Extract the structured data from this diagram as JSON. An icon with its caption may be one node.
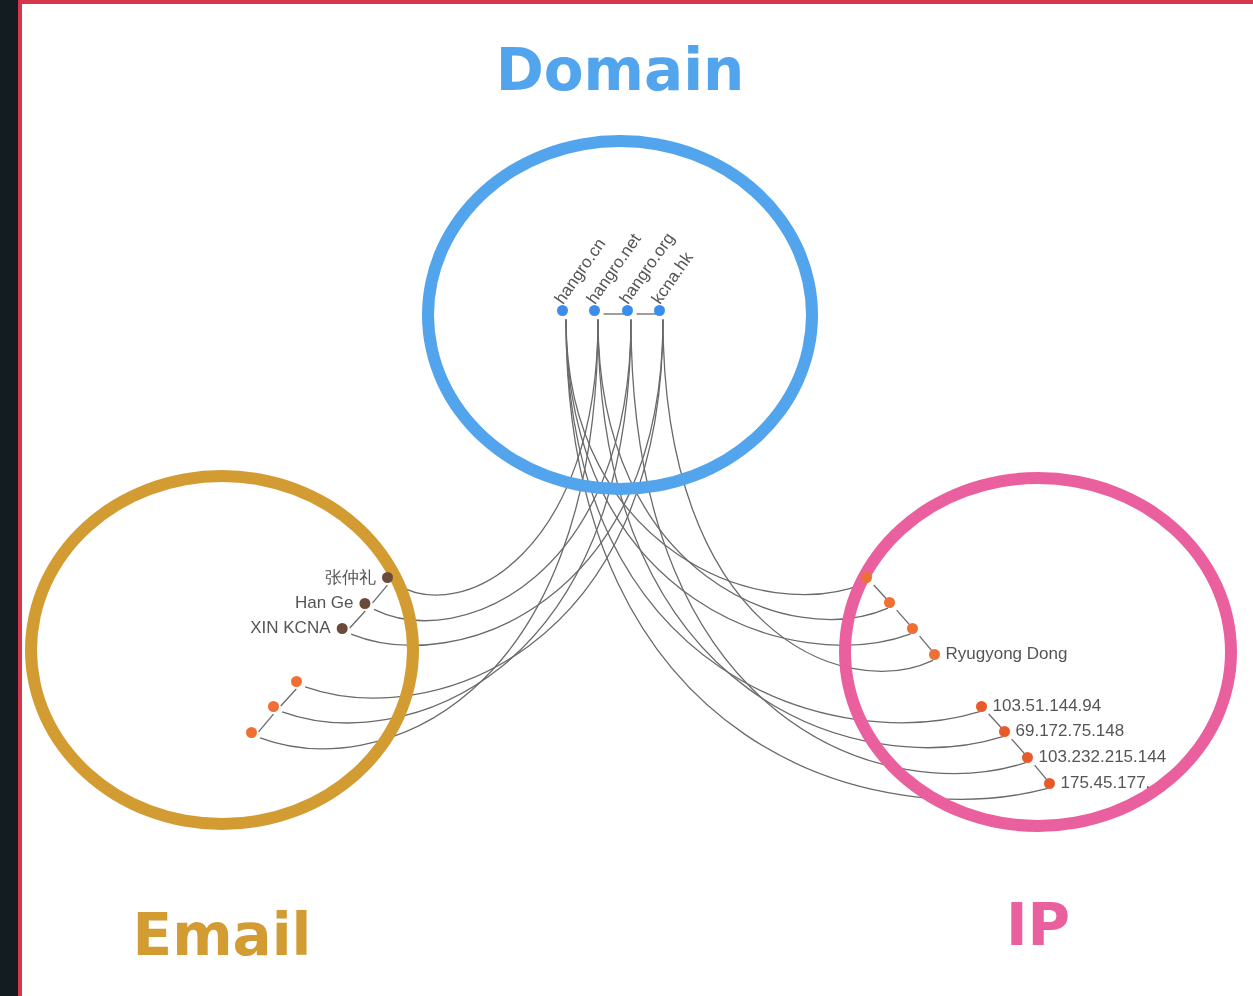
{
  "diagram": {
    "nodes": [
      {
        "text": [
          "Domain"
        ]
      },
      {
        "text": [
          "hangro.cn"
        ],
        "in": 0
      },
      {
        "text": [
          "hangro.net"
        ],
        "in": 0
      },
      {
        "text": [
          "hangro.org"
        ],
        "in": 0
      },
      {
        "text": [
          "kcna.hk"
        ],
        "in": 0
      },
      {
        "text": [
          "Email"
        ]
      },
      {
        "text": [
          "张仲礼"
        ],
        "in": 5
      },
      {
        "text": [
          "Han Ge"
        ],
        "in": 5
      },
      {
        "text": [
          "XIN KCNA"
        ],
        "in": 5
      },
      {
        "text": [],
        "shape": "circle",
        "in": 5
      },
      {
        "text": [],
        "shape": "circle",
        "in": 5
      },
      {
        "text": [],
        "shape": "circle",
        "in": 5
      },
      {
        "text": [
          "IP"
        ]
      },
      {
        "text": [],
        "shape": "circle",
        "in": 12
      },
      {
        "text": [],
        "shape": "circle",
        "in": 12
      },
      {
        "text": [],
        "shape": "circle",
        "in": 12
      },
      {
        "text": [
          "Ryugyong Dong"
        ],
        "in": 12
      },
      {
        "text": [
          "103.51.144.94"
        ],
        "in": 12
      },
      {
        "text": [
          "69.172.75.148"
        ],
        "in": 12
      },
      {
        "text": [
          "103.232.215.144"
        ],
        "in": 12
      },
      {
        "text": [
          "175.45.177."
        ],
        "in": 12
      }
    ],
    "edges": [
      {
        "from": 2,
        "to": 3,
        "arrow": "none"
      },
      {
        "from": 3,
        "to": 4,
        "arrow": "none"
      },
      {
        "from": 6,
        "to": 7,
        "arrow": "none"
      },
      {
        "from": 7,
        "to": 8,
        "arrow": "none"
      },
      {
        "from": 9,
        "to": 10,
        "arrow": "none"
      },
      {
        "from": 10,
        "to": 11,
        "arrow": "none"
      },
      {
        "from": 13,
        "to": 14,
        "arrow": "none"
      },
      {
        "from": 14,
        "to": 15,
        "arrow": "none"
      },
      {
        "from": 15,
        "to": 16,
        "arrow": "none"
      },
      {
        "from": 17,
        "to": 18,
        "arrow": "none"
      },
      {
        "from": 18,
        "to": 19,
        "arrow": "none"
      },
      {
        "from": 19,
        "to": 20,
        "arrow": "none"
      },
      {
        "from": 2,
        "to": 6,
        "arrow": "none"
      },
      {
        "from": 3,
        "to": 7,
        "arrow": "none"
      },
      {
        "from": 4,
        "to": 8,
        "arrow": "none"
      },
      {
        "from": 4,
        "to": 9,
        "arrow": "none"
      },
      {
        "from": 3,
        "to": 10,
        "arrow": "none"
      },
      {
        "from": 2,
        "to": 11,
        "arrow": "none"
      },
      {
        "from": 1,
        "to": 13,
        "arrow": "none"
      },
      {
        "from": 2,
        "to": 14,
        "arrow": "none"
      },
      {
        "from": 1,
        "to": 15,
        "arrow": "none"
      },
      {
        "from": 4,
        "to": 16,
        "arrow": "none"
      },
      {
        "from": 1,
        "to": 17,
        "arrow": "none"
      },
      {
        "from": 2,
        "to": 18,
        "arrow": "none"
      },
      {
        "from": 3,
        "to": 19,
        "arrow": "none"
      },
      {
        "from": 1,
        "to": 20,
        "arrow": "none"
      }
    ]
  }
}
